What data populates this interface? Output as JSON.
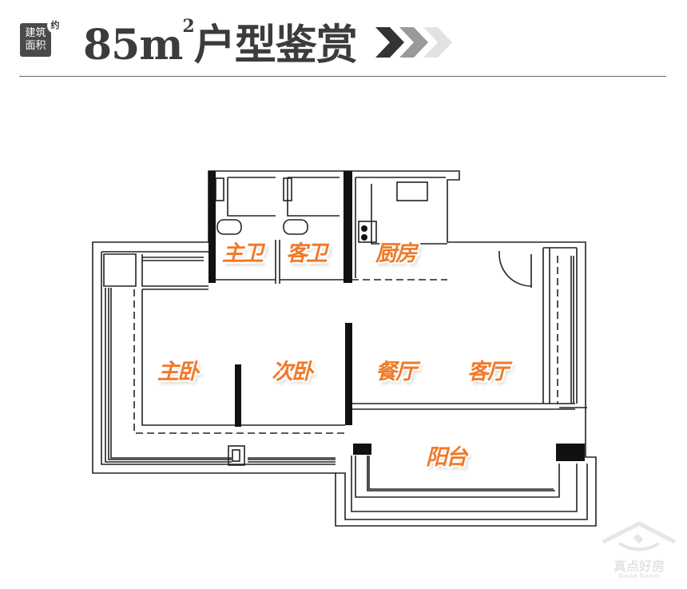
{
  "header": {
    "badge_line1": "建筑",
    "badge_line2": "面积",
    "badge_approx": "约",
    "area_value": "85m",
    "area_unit_sup": "2",
    "title_suffix": "户型鉴赏"
  },
  "rooms": [
    {
      "id": "master-bath",
      "label": "主卫"
    },
    {
      "id": "guest-bath",
      "label": "客卫"
    },
    {
      "id": "kitchen",
      "label": "厨房"
    },
    {
      "id": "master-bedroom",
      "label": "主卧"
    },
    {
      "id": "second-bedroom",
      "label": "次卧"
    },
    {
      "id": "dining-room",
      "label": "餐厅"
    },
    {
      "id": "living-room",
      "label": "客厅"
    },
    {
      "id": "balcony",
      "label": "阳台"
    }
  ],
  "colors": {
    "label_orange": "#f07a2a",
    "title_gray": "#3c3c3c",
    "wall_black": "#111111"
  },
  "watermark": {
    "cn": "真点好房",
    "en": "Good Room"
  }
}
